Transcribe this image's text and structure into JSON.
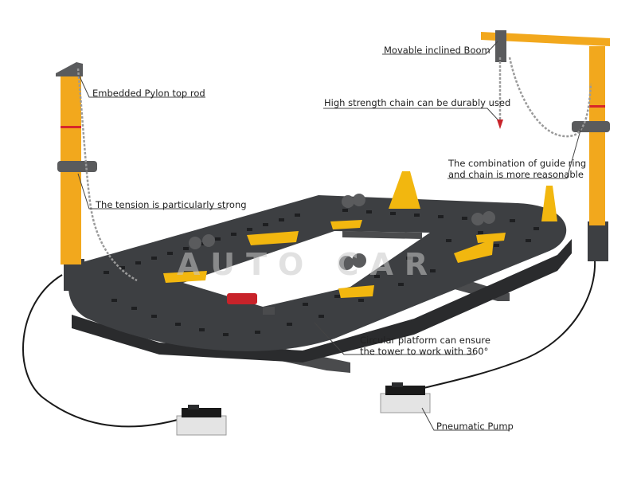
{
  "callouts": {
    "movable_boom": "Movable inclined Boom",
    "pylon_top_rod": "Embedded Pylon top rod",
    "high_strength_chain": "High strength chain can be durably used",
    "guide_ring_line1": "The combination of guide ring",
    "guide_ring_line2": "and chain is more reasonable",
    "tension": "The tension is particularly strong",
    "platform_line1": "Circular platform can ensure",
    "platform_line2": "the tower to work with 360°",
    "pump": "Pneumatic Pump"
  },
  "watermark": "AUTO CAR",
  "colors": {
    "pylon": "#f2a81d",
    "pylon_red_band": "#d8262a",
    "platform": "#3d3f42",
    "platform_edge": "#2a2b2d",
    "clamp": "#f2b70f",
    "chain": "#9a9a9a",
    "hose": "#1a1a1a",
    "pump_body": "#e4e4e4"
  }
}
